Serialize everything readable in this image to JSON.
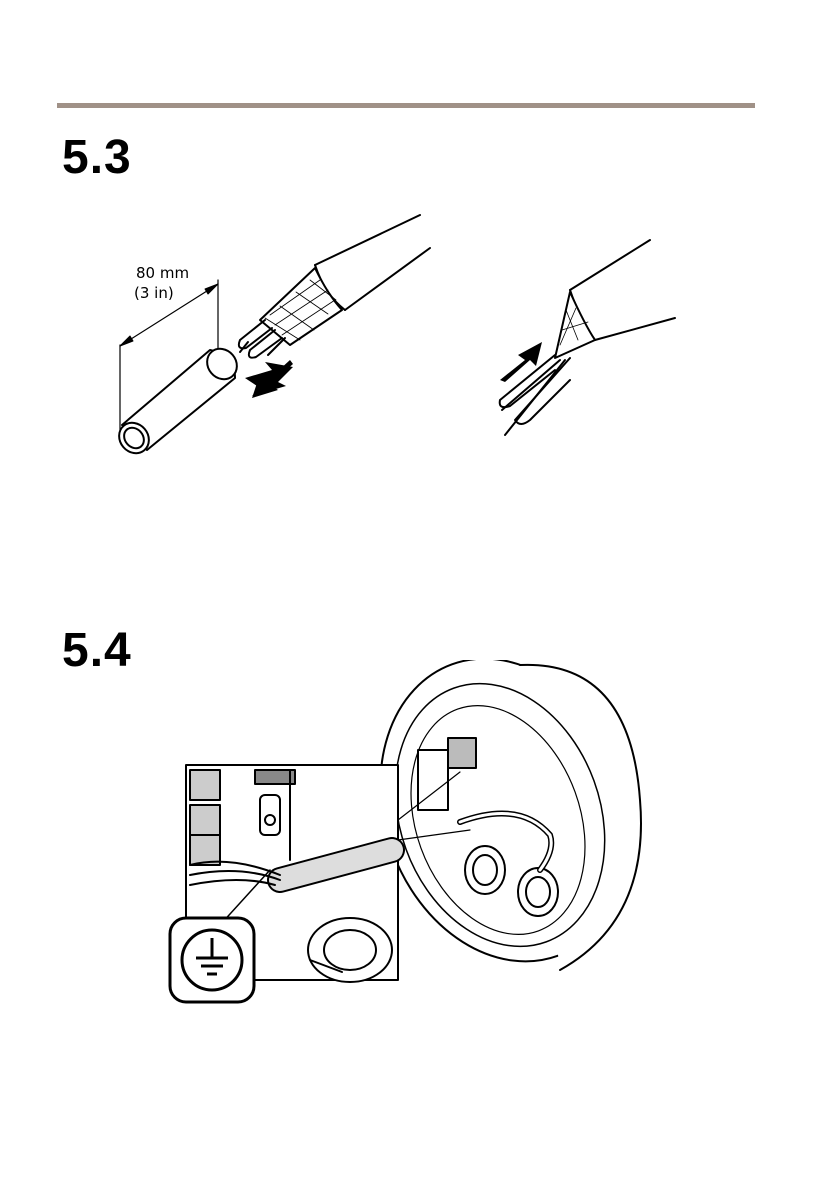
{
  "steps": {
    "step_53": "5.3",
    "step_54": "5.4"
  },
  "figure_53": {
    "dimension_mm": "80 mm",
    "dimension_in": "(3 in)"
  },
  "colors": {
    "rule": "#a09187",
    "ink": "#000000"
  },
  "icons": [
    "protective-earth-ground-icon",
    "arrow-icon"
  ]
}
